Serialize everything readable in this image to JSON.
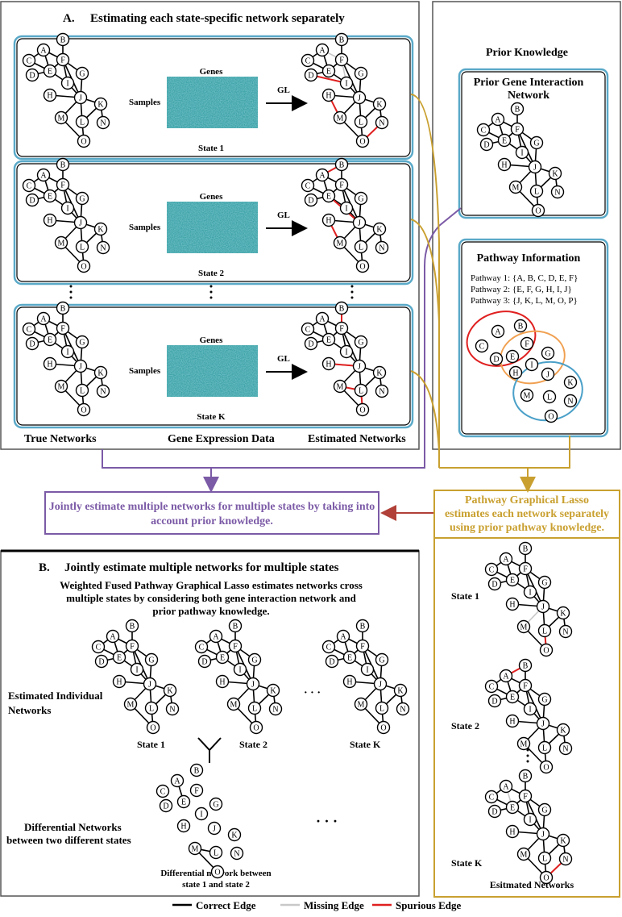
{
  "panel_a": {
    "title_letter": "A.",
    "title": "Estimating each state-specific network separately",
    "genes_label": "Genes",
    "samples_label": "Samples",
    "gl_label": "GL",
    "states": [
      "State 1",
      "State 2",
      "State K"
    ],
    "col_true": "True  Networks",
    "col_expr": "Gene Expression Data",
    "col_est": "Estimated Networks"
  },
  "prior": {
    "title": "Prior Knowledge",
    "gin_title_1": "Prior Gene Interaction",
    "gin_title_2": "Network",
    "pathway_title": "Pathway Information",
    "pathways": [
      "Pathway 1: {A, B, C, D, E, F}",
      "Pathway 2: {E, F, G, H, I, J}",
      "Pathway 3: {J, K, L, M, O, P}"
    ]
  },
  "joint_box": {
    "line1": "Jointly estimate multiple networks for multiple states by taking into",
    "line2": "account prior knowledge."
  },
  "pgl_box": {
    "line1": "Pathway Graphical Lasso",
    "line2": "estimates each network separately",
    "line3": "using prior pathway knowledge.",
    "states": [
      "State 1",
      "State 2",
      "State K"
    ],
    "caption": "Esitmated Networks"
  },
  "panel_b": {
    "title_letter": "B.",
    "title": "Jointly estimate multiple networks for multiple states",
    "desc1": "Weighted Fused Pathway Graphical Lasso estimates networks cross",
    "desc2": "multiple states by considering both gene interaction network and",
    "desc3": "prior pathway knowledge.",
    "est_label_1": "Estimated Individual",
    "est_label_2": "Networks",
    "diff_label_1": "Differential Networks",
    "diff_label_2": "between two different states",
    "states": [
      "State 1",
      "State 2",
      "State K"
    ],
    "diff_caption_1": "Differential network between",
    "diff_caption_2": "state 1 and state 2",
    "ellipsis_h": "· · ·"
  },
  "legend": {
    "correct": "Correct Edge",
    "missing": "Missing Edge",
    "spurious": "Spurious Edge"
  },
  "colors": {
    "panel_border": "#555555",
    "state_box_outer": "#5aa9c8",
    "purple": "#7b5aa6",
    "gold": "#c9a030",
    "red": "#e02020",
    "missing": "#c8c8c8",
    "maroon": "#b04038",
    "heatmap": "#2f9aa0"
  },
  "nodes": [
    "A",
    "B",
    "C",
    "D",
    "E",
    "F",
    "G",
    "H",
    "I",
    "J",
    "K",
    "L",
    "M",
    "N",
    "O"
  ]
}
